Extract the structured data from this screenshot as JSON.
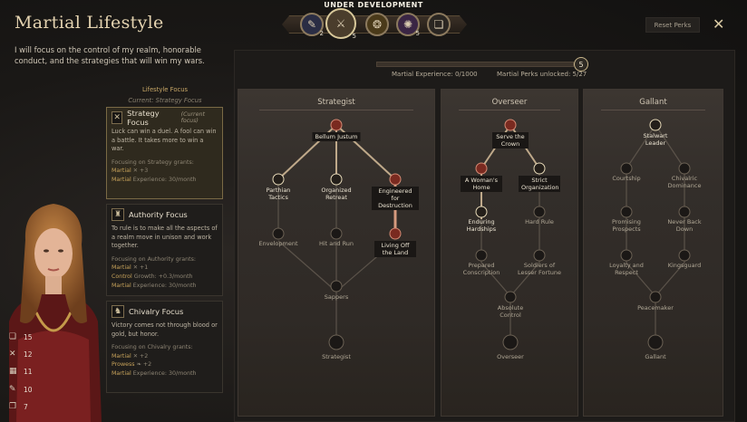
{
  "header": {
    "title": "Martial Lifestyle",
    "under_development": "UNDER DEVELOPMENT",
    "reset_perks": "Reset Perks",
    "description": "I will focus on the control of my realm, honorable conduct, and the strategies that will win my wars."
  },
  "lifestyles": [
    {
      "icon": "scroll-icon",
      "glyph": "✎",
      "count": "2"
    },
    {
      "icon": "crossed-swords-icon",
      "glyph": "⚔",
      "count": "5"
    },
    {
      "icon": "coins-icon",
      "glyph": "❂",
      "count": ""
    },
    {
      "icon": "intrigue-icon",
      "glyph": "✺",
      "count": "5"
    },
    {
      "icon": "book-icon",
      "glyph": "❏",
      "count": ""
    }
  ],
  "focus": {
    "heading": "Lifestyle Focus",
    "current": "Current: Strategy Focus",
    "cards": [
      {
        "title": "Strategy Focus",
        "current_tag": "(Current focus)",
        "text": "Luck can win a duel. A fool can win a battle. It takes more to win a war.",
        "grants_label": "Focusing on Strategy grants:",
        "grant1_name": "Martial",
        "grant1_value": "+3",
        "xp_name": "Martial",
        "xp_value": "Experience: 30/month"
      },
      {
        "title": "Authority Focus",
        "text": "To rule is to make all the aspects of a realm move in unison and work together.",
        "grants_label": "Focusing on Authority grants:",
        "grant1_name": "Martial",
        "grant1_value": "+1",
        "grant2_name": "Control",
        "grant2_value": "Growth: +0.3/month",
        "xp_name": "Martial",
        "xp_value": "Experience: 30/month"
      },
      {
        "title": "Chivalry Focus",
        "text": "Victory comes not through blood or gold, but honor.",
        "grants_label": "Focusing on Chivalry grants:",
        "grant1_name": "Martial",
        "grant1_value": "+2",
        "grant2_name": "Prowess",
        "grant2_value": "+2",
        "xp_name": "Martial",
        "xp_value": "Experience: 30/month"
      }
    ]
  },
  "stats": [
    {
      "icon": "diplomacy-icon",
      "glyph": "❏",
      "value": "15"
    },
    {
      "icon": "martial-icon",
      "glyph": "✕",
      "value": "12"
    },
    {
      "icon": "stewardship-icon",
      "glyph": "▦",
      "value": "11"
    },
    {
      "icon": "intrigue-icon",
      "glyph": "✎",
      "value": "10"
    },
    {
      "icon": "learning-icon",
      "glyph": "❐",
      "value": "7"
    }
  ],
  "progress": {
    "perk_points": "5",
    "experience": "Martial Experience: 0/1000",
    "experience_fraction": 0,
    "perks_unlocked": "Martial Perks unlocked: 5/27"
  },
  "trees": [
    {
      "title": "Strategist",
      "perks": [
        {
          "id": "bellum-justum",
          "label": "Bellum Justum",
          "state": "owned"
        },
        {
          "id": "parthian-tactics",
          "label": "Parthian Tactics",
          "state": "unlocked"
        },
        {
          "id": "organized-retreat",
          "label": "Organized Retreat",
          "state": "unlocked"
        },
        {
          "id": "engineered-for-destruction",
          "label": "Engineered for Destruction",
          "state": "owned"
        },
        {
          "id": "envelopment",
          "label": "Envelopment",
          "state": "locked"
        },
        {
          "id": "hit-and-run",
          "label": "Hit and Run",
          "state": "locked"
        },
        {
          "id": "living-off-the-land",
          "label": "Living Off the Land",
          "state": "owned"
        },
        {
          "id": "sappers",
          "label": "Sappers",
          "state": "locked"
        },
        {
          "id": "strategist",
          "label": "Strategist",
          "state": "locked"
        }
      ]
    },
    {
      "title": "Overseer",
      "perks": [
        {
          "id": "serve-the-crown",
          "label": "Serve the Crown",
          "state": "owned"
        },
        {
          "id": "a-womans-home",
          "label": "A Woman's Home",
          "state": "owned"
        },
        {
          "id": "strict-organization",
          "label": "Strict Organization",
          "state": "unlocked"
        },
        {
          "id": "enduring-hardships",
          "label": "Enduring Hardships",
          "state": "unlocked"
        },
        {
          "id": "hard-rule",
          "label": "Hard Rule",
          "state": "locked"
        },
        {
          "id": "prepared-conscription",
          "label": "Prepared Conscription",
          "state": "locked"
        },
        {
          "id": "soldiers-of-lesser-fortune",
          "label": "Soldiers of Lesser Fortune",
          "state": "locked"
        },
        {
          "id": "absolute-control",
          "label": "Absolute Control",
          "state": "locked"
        },
        {
          "id": "overseer",
          "label": "Overseer",
          "state": "locked"
        }
      ]
    },
    {
      "title": "Gallant",
      "perks": [
        {
          "id": "stalwart-leader",
          "label": "Stalwart Leader",
          "state": "unlocked"
        },
        {
          "id": "courtship",
          "label": "Courtship",
          "state": "locked"
        },
        {
          "id": "chivalric-dominance",
          "label": "Chivalric Dominance",
          "state": "locked"
        },
        {
          "id": "promising-prospects",
          "label": "Promising Prospects",
          "state": "locked"
        },
        {
          "id": "never-back-down",
          "label": "Never Back Down",
          "state": "locked"
        },
        {
          "id": "loyalty-and-respect",
          "label": "Loyalty and Respect",
          "state": "locked"
        },
        {
          "id": "kingsguard",
          "label": "Kingsguard",
          "state": "locked"
        },
        {
          "id": "peacemaker",
          "label": "Peacemaker",
          "state": "locked"
        },
        {
          "id": "gallant",
          "label": "Gallant",
          "state": "locked"
        }
      ]
    }
  ]
}
